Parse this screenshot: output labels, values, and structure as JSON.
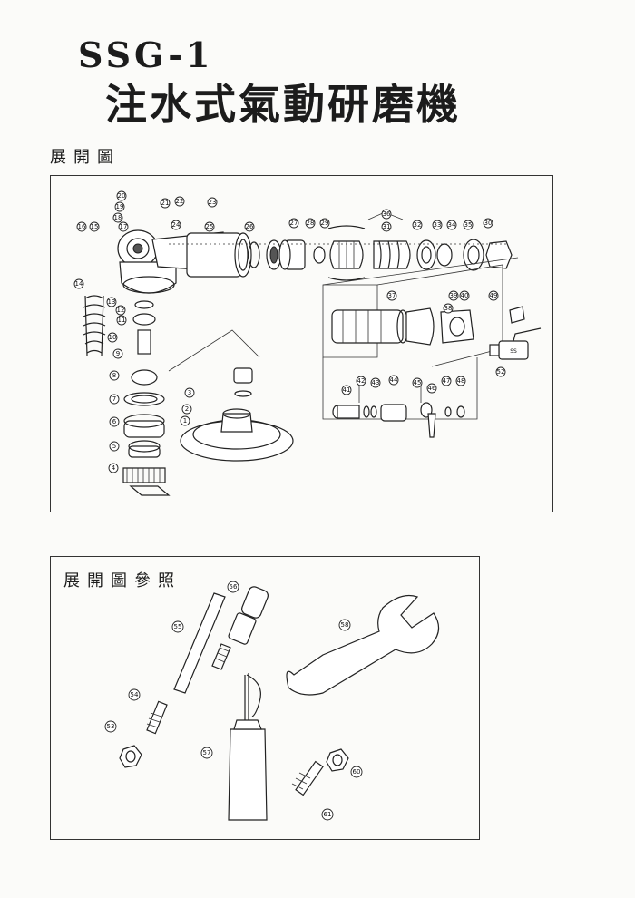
{
  "header": {
    "model": "SSG-1",
    "title": "注水式氣動研磨機"
  },
  "section1": {
    "label": "展開圖",
    "callouts": [
      "1",
      "2",
      "3",
      "4",
      "5",
      "6",
      "7",
      "8",
      "9",
      "10",
      "11",
      "12",
      "13",
      "14",
      "15",
      "16",
      "17",
      "18",
      "19",
      "20",
      "21",
      "22",
      "23",
      "24",
      "25",
      "26",
      "27",
      "28",
      "29",
      "30",
      "31",
      "32",
      "33",
      "34",
      "35",
      "36",
      "37",
      "38",
      "39",
      "40",
      "41",
      "42",
      "43",
      "44",
      "45",
      "46",
      "47",
      "48",
      "49",
      "52"
    ]
  },
  "section2": {
    "label": "展開圖參照",
    "callouts": [
      "53",
      "54",
      "55",
      "56",
      "57",
      "58",
      "60",
      "61"
    ]
  },
  "colors": {
    "ink": "#1c1c1c",
    "paper": "#fbfbf9"
  }
}
